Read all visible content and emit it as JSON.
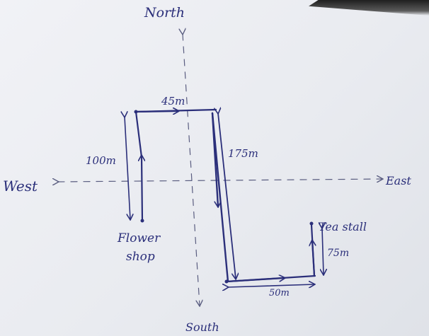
{
  "directions": {
    "north": "North",
    "south": "South",
    "east": "East",
    "west": "West"
  },
  "places": {
    "start": "Flower shop",
    "end": "Tea stall"
  },
  "segments": [
    {
      "direction": "North",
      "distance": "100m"
    },
    {
      "direction": "East",
      "distance": "45m"
    },
    {
      "direction": "South",
      "distance": "175m"
    },
    {
      "direction": "East",
      "distance": "50m"
    },
    {
      "direction": "North",
      "distance": "75m"
    }
  ],
  "colors": {
    "ink": "#2b2f7a",
    "paper": "#eef0f4"
  }
}
